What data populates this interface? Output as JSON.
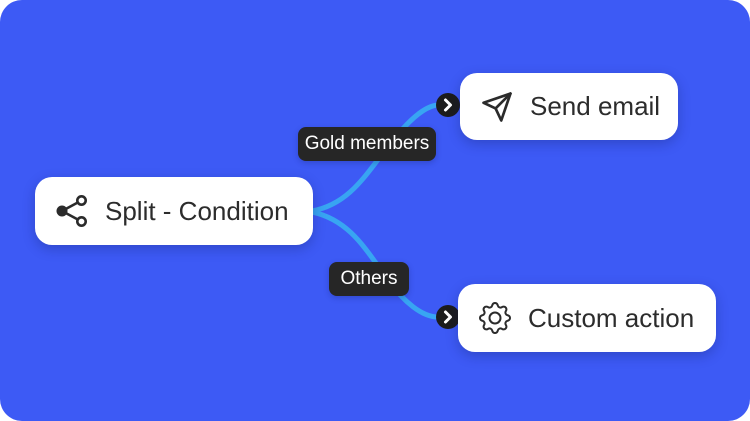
{
  "colors": {
    "canvas_bg": "#3D5AF5",
    "connector": "#38A5F2",
    "node_bg": "#FFFFFF",
    "node_text": "#2C2C2C",
    "badge_bg": "#262626",
    "badge_text": "#FFFFFF",
    "port_bg": "#1C1C1C",
    "port_chevron": "#FFFFFF"
  },
  "nodes": {
    "split": {
      "label": "Split - Condition",
      "icon": "split-icon"
    },
    "send_email": {
      "label": "Send email",
      "icon": "send-icon"
    },
    "custom_action": {
      "label": "Custom action",
      "icon": "gear-icon"
    }
  },
  "branches": {
    "gold_members": {
      "label": "Gold members"
    },
    "others": {
      "label": "Others"
    }
  }
}
